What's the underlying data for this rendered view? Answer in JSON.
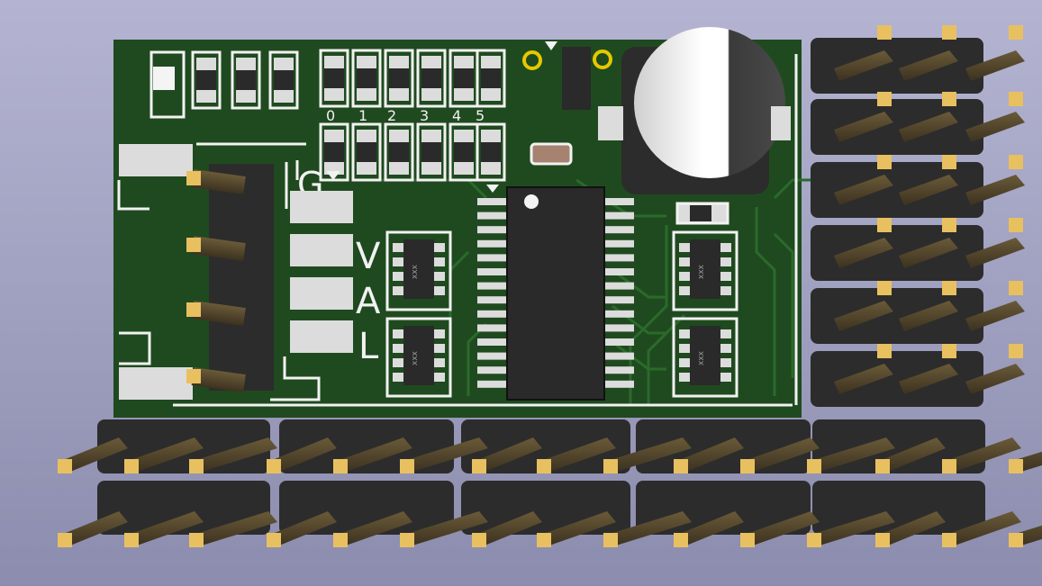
{
  "viewer": {
    "background_top": "#b4b4d2",
    "background_bottom": "#8c8cae"
  },
  "board": {
    "solder_mask_color": "#1f4a1f",
    "trace_color": "#2b6a2b",
    "silkscreen_color": "#f2f2f2",
    "pad_color": "#dcdcdc"
  },
  "silkscreen": {
    "channel_labels": [
      "0",
      "1",
      "2",
      "3",
      "4",
      "5"
    ],
    "row_labels": [
      "V",
      "A",
      "L"
    ],
    "ground_label": "G"
  },
  "chip_marking": "xxx",
  "components": {
    "header_pin_color": "#e8c060",
    "connector_body_color": "#2c2c2c",
    "capacitor_top_color": "#f4f4f4"
  }
}
